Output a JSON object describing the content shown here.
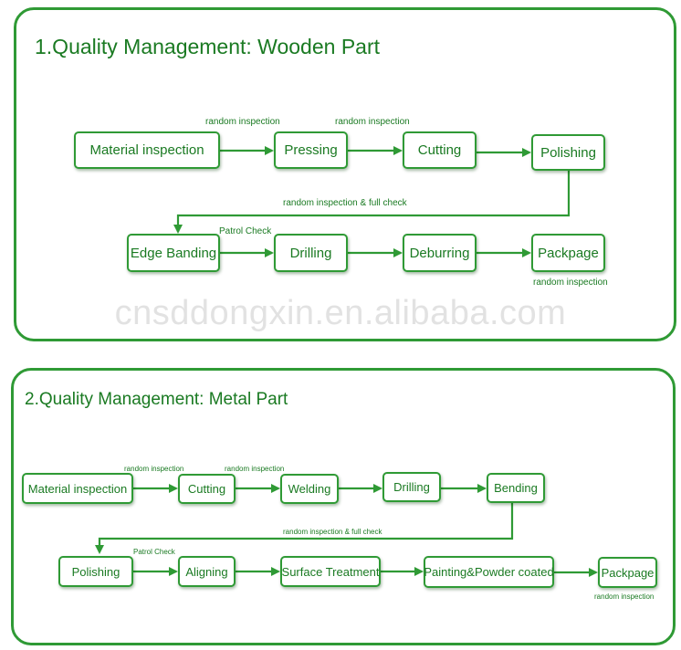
{
  "wood": {
    "title": "1.Quality Management: Wooden Part",
    "steps": [
      "Material inspection",
      "Pressing",
      "Cutting",
      "Polishing",
      "Edge Banding",
      "Drilling",
      "Deburring",
      "Packpage"
    ],
    "notes": {
      "inspect1": "random inspection",
      "inspect2": "random inspection",
      "full_check": "random inspection & full check",
      "patrol": "Patrol Check",
      "final": "random inspection"
    }
  },
  "metal": {
    "title": "2.Quality Management: Metal Part",
    "steps": [
      "Material inspection",
      "Cutting",
      "Welding",
      "Drilling",
      "Bending",
      "Polishing",
      "Aligning",
      "Surface Treatment",
      "Painting&Powder coated",
      "Packpage"
    ],
    "notes": {
      "inspect1": "random inspection",
      "inspect2": "random inspection",
      "full_check": "random inspection & full check",
      "patrol": "Patrol Check",
      "final": "random inspection"
    }
  },
  "watermark": "cnsddongxin.en.alibaba.com",
  "colors": {
    "accent": "#2f9a35",
    "text": "#1a7a22"
  }
}
